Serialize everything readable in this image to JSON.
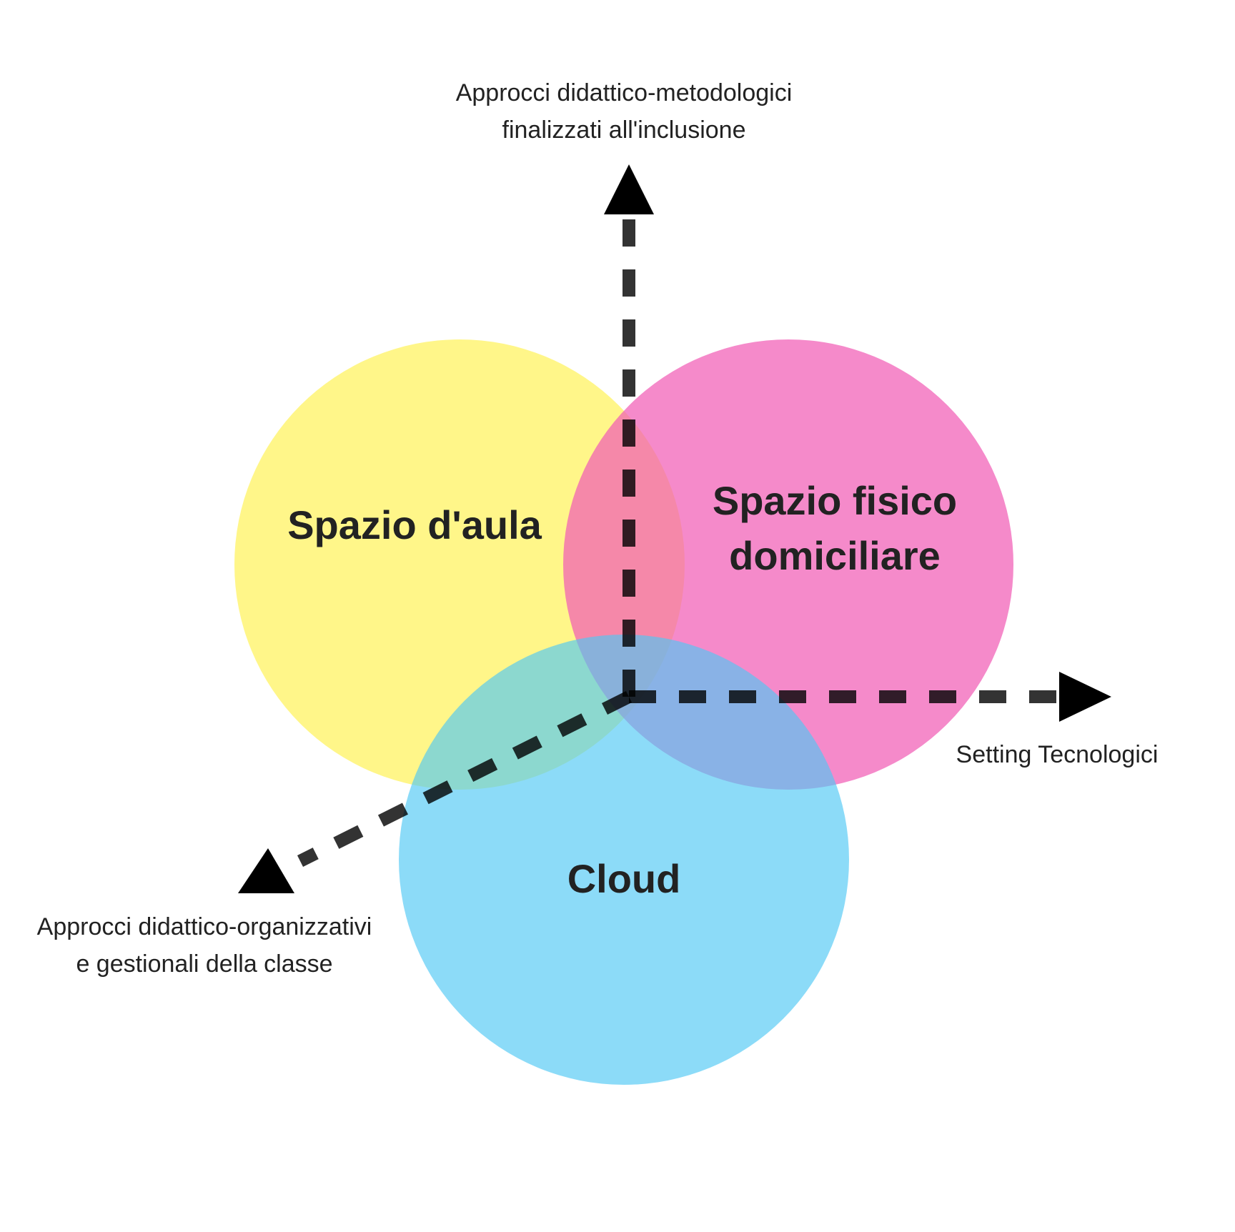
{
  "colors": {
    "circle_aula": "#fff35c",
    "circle_domiciliare": "#f15db5",
    "circle_cloud": "#4ec8f4",
    "axis": "#000000",
    "text": "#222222",
    "background": "#ffffff"
  },
  "circles": {
    "aula": {
      "label": "Spazio d'aula"
    },
    "domiciliare": {
      "label_line1": "Spazio fisico",
      "label_line2": "domiciliare"
    },
    "cloud": {
      "label": "Cloud"
    }
  },
  "axes": {
    "vertical": {
      "label_line1": "Approcci didattico-metodologici",
      "label_line2": "finalizzati all'inclusione",
      "arrow_icon": "arrow-up-icon"
    },
    "horizontal": {
      "label": "Setting Tecnologici",
      "arrow_icon": "arrow-right-icon"
    },
    "diagonal": {
      "label_line1": "Approcci didattico-organizzativi",
      "label_line2": "e gestionali della classe",
      "arrow_icon": "arrow-down-left-icon"
    }
  }
}
